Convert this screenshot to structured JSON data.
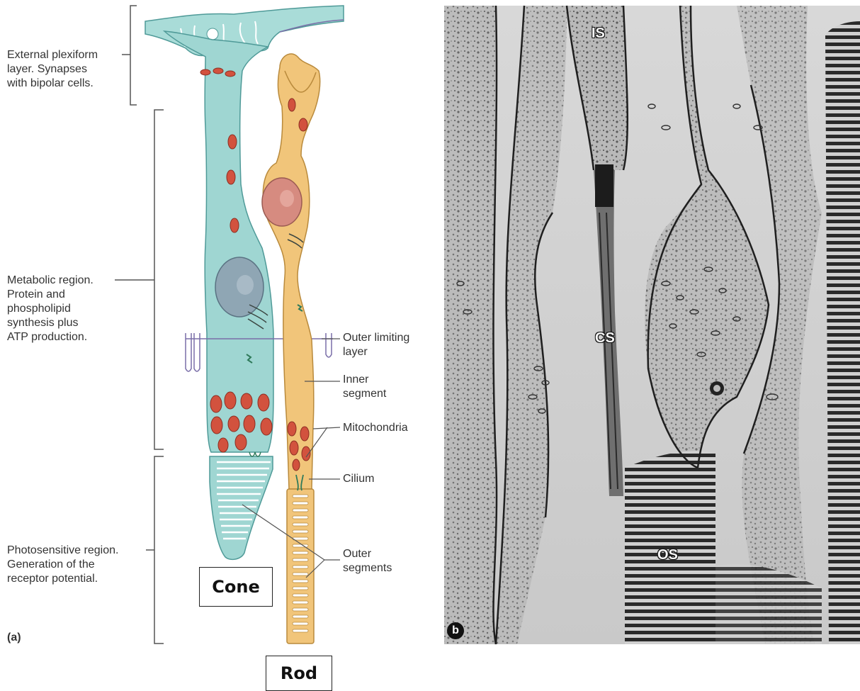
{
  "panel_a": {
    "letter": "(a)",
    "regions": {
      "plexiform": [
        "External plexiform",
        "layer. Synapses",
        "with bipolar cells."
      ],
      "metabolic": [
        "Metabolic region.",
        "Protein and",
        "phospholipid",
        "synthesis plus",
        "ATP production."
      ],
      "photosensitive": [
        "Photosensitive region.",
        "Generation of the",
        "receptor potential."
      ]
    },
    "callouts": {
      "outer_limiting": [
        "Outer limiting",
        "layer"
      ],
      "inner_segment": [
        "Inner",
        "segment"
      ],
      "mitochondria": "Mitochondria",
      "cilium": "Cilium",
      "outer_segments": [
        "Outer",
        "segments"
      ]
    },
    "cell_labels": {
      "cone": "Cone",
      "rod": "Rod"
    },
    "colors": {
      "cone": "#9fd6d2",
      "cone_edge": "#4f9a98",
      "rod": "#f1c57a",
      "rod_edge": "#b98a3c",
      "mito": "#d2523e"
    }
  },
  "panel_b": {
    "letter": "b",
    "labels": {
      "is": "IS",
      "cs": "CS",
      "os": "OS"
    }
  }
}
